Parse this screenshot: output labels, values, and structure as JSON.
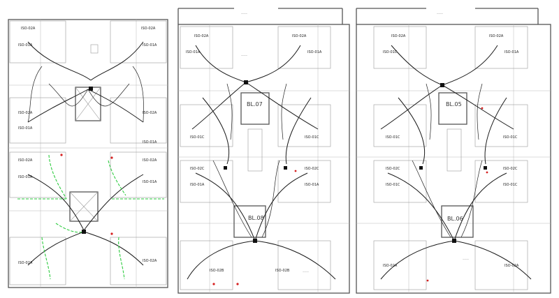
{
  "blocks": [
    {
      "label": "BL.07"
    },
    {
      "label": "BL.08"
    },
    {
      "label": "BL.05"
    },
    {
      "label": "BL.06"
    }
  ],
  "units": {
    "p1": [
      "ISO-02A",
      "ISO-02A",
      "ISO-01A",
      "ISO-01A",
      "ISO-02A",
      "ISO-02A",
      "ISO-01A",
      "ISO-01A",
      "ISO-02A",
      "ISO-02A",
      "ISO-01A",
      "ISO-01A",
      "ISO-02A",
      "ISO-02A"
    ],
    "p2": [
      "ISO-02A",
      "ISO-02A",
      "ISO-01A",
      "ISO-01A",
      "ISO-01C",
      "ISO-01C",
      "ISO-02C",
      "ISO-02C",
      "ISO-01A",
      "ISO-01A",
      "ISO-02B",
      "ISO-02B"
    ],
    "p3": [
      "ISO-02A",
      "ISO-02A",
      "ISO-01C",
      "ISO-01A",
      "ISO-01C",
      "ISO-01C",
      "ISO-02C",
      "ISO-02C",
      "ISO-01C",
      "ISO-01C",
      "ISO-02A",
      "ISO-02A"
    ]
  }
}
